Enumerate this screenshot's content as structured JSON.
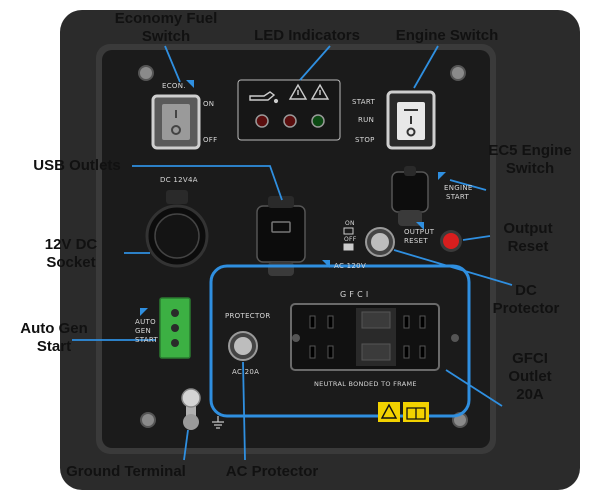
{
  "callouts": {
    "economy_fuel_switch": [
      "Economy Fuel",
      "Switch"
    ],
    "led_indicators": [
      "LED Indicators"
    ],
    "engine_switch": [
      "Engine Switch"
    ],
    "usb_outlets": [
      "USB Outlets"
    ],
    "ec5_engine_switch": [
      "EC5 Engine",
      "Switch"
    ],
    "output_reset": [
      "Output",
      "Reset"
    ],
    "dc_socket": [
      "12V DC",
      "Socket"
    ],
    "dc_protector": [
      "DC",
      "Protector"
    ],
    "auto_gen_start": [
      "Auto Gen",
      "Start"
    ],
    "gfci_outlet": [
      "GFCI",
      "Outlet",
      "20A"
    ],
    "ground_terminal": [
      "Ground Terminal"
    ],
    "ac_protector": [
      "AC Protector"
    ]
  },
  "panel_labels": {
    "econ": "ECON.",
    "econ_on": "ON",
    "econ_off": "OFF",
    "start": "START",
    "run": "RUN",
    "stop": "STOP",
    "dc_rating": "DC 12V4A",
    "engine_start": [
      "ENGINE",
      "START"
    ],
    "output_reset": [
      "OUTPUT",
      "RESET"
    ],
    "ac_rating": "AC 120V",
    "auto_gen_start": [
      "AUTO",
      "GEN",
      "START"
    ],
    "protector": "PROTECTOR",
    "ac_protector_rating": "AC 20A",
    "gfci": "G F C I",
    "neutral": "NEUTRAL BONDED TO FRAME",
    "led_on": "ON",
    "led_off": "OFF"
  },
  "colors": {
    "panel": "#1b1b1b",
    "housing": "#2f2f2f",
    "accent_blue": "#2f8fe0",
    "reset_red": "#d81e1e",
    "terminal_green": "#3cb043",
    "warning_yellow": "#f2d200"
  }
}
